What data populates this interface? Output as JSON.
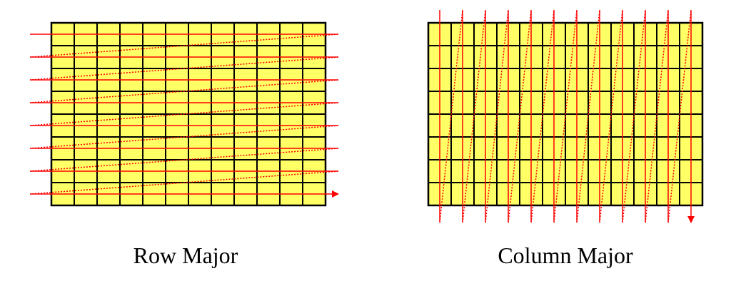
{
  "colors": {
    "cell_fill": "#ffff66",
    "grid_line": "#000000",
    "traversal_line": "#ff0000"
  },
  "diagrams": [
    {
      "id": "row-major",
      "caption": "Row Major",
      "rows": 8,
      "cols": 12,
      "traversal": "row-by-row"
    },
    {
      "id": "column-major",
      "caption": "Column Major",
      "rows": 8,
      "cols": 12,
      "traversal": "column-by-column"
    }
  ]
}
